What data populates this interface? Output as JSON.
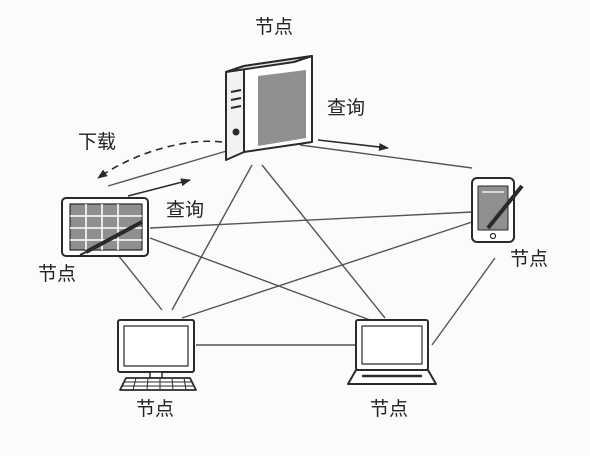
{
  "nodes": {
    "server_label": "节点",
    "tablet_label": "节点",
    "phone_label": "节点",
    "desktop_label": "节点",
    "laptop_label": "节点"
  },
  "actions": {
    "query_top": "查询",
    "query_left": "查询",
    "download": "下载"
  },
  "icons": [
    "server-icon",
    "tablet-icon",
    "phone-icon",
    "desktop-icon",
    "laptop-icon"
  ],
  "colors": {
    "stroke": "#2a2a2a",
    "fill": "#ffffff",
    "shade": "#9a9a9a",
    "background": "#fbfbfb"
  }
}
